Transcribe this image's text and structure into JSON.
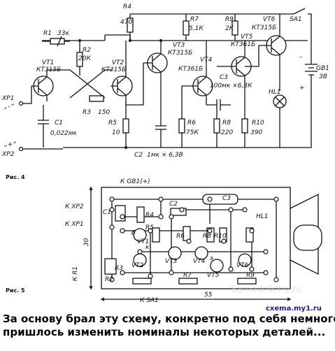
{
  "schematic": {
    "figure_label": "Рис. 4",
    "components": {
      "r4": {
        "ref": "R4",
        "value": "470"
      },
      "r1": {
        "ref": "R1",
        "value": "33к"
      },
      "r2": {
        "ref": "R2",
        "value": "20К"
      },
      "vt1": {
        "ref": "VT1",
        "value": "КТ315Б"
      },
      "vt2": {
        "ref": "VT2",
        "value": "КТ315Б"
      },
      "vt3": {
        "ref": "VT3",
        "value": "КТ315Б"
      },
      "r3": {
        "ref": "R3",
        "value": "150"
      },
      "c1": {
        "ref": "C1",
        "value": "0,022мк"
      },
      "r5": {
        "ref": "R5",
        "value": "10"
      },
      "c2": {
        "ref": "C2",
        "value": "1мк × 6,3В"
      },
      "r7": {
        "ref": "R7",
        "value": "5,1К"
      },
      "r9": {
        "ref": "R9",
        "value": "2К"
      },
      "vt4": {
        "ref": "VT4",
        "value": "КТ361Б"
      },
      "vt5": {
        "ref": "VT5",
        "value": "КТ361Б"
      },
      "vt6": {
        "ref": "VT6",
        "value": "КТ315Б"
      },
      "c3": {
        "ref": "C3",
        "value": "100мк ×6,3К"
      },
      "r6": {
        "ref": "R6",
        "value": "75К"
      },
      "r8": {
        "ref": "R8",
        "value": "220"
      },
      "r10": {
        "ref": "R10",
        "value": "390"
      },
      "sa1": {
        "ref": "SA1"
      },
      "gb1": {
        "ref": "GB1",
        "value": "3В"
      },
      "hl1": {
        "ref": "HL1"
      }
    },
    "terminals": {
      "xp1": {
        "ref": "ХР1",
        "sign": "„–“"
      },
      "xp2": {
        "ref": "ХР2",
        "sign": "„+“"
      }
    },
    "battery_signs": {
      "minus": "–",
      "plus": "+"
    }
  },
  "board": {
    "figure_label": "Рис. 5",
    "top_label": "К GB1(+)",
    "left_labels": [
      "К ХР2",
      "К ХР1",
      "К R1"
    ],
    "bottom_label": "К SA1",
    "dim_width": "55",
    "dim_height": "30",
    "parts": [
      "C1",
      "R3",
      "C2",
      "C3",
      "R5",
      "R6",
      "R8",
      "R10",
      "HL1",
      "VT1",
      "VT2",
      "VT3",
      "VT4",
      "VT5",
      "VT6",
      "R2",
      "R4",
      "R7",
      "R9"
    ],
    "pin_letters": [
      "б",
      "к",
      "э"
    ]
  },
  "watermarks": [
    "cxema.my1.ru",
    "Samodelkino.ru"
  ],
  "caption": {
    "line1": "За основу брал эту схему, конкретно под себя немного",
    "line2": "пришлось изменить номиналы некоторых деталей..."
  }
}
